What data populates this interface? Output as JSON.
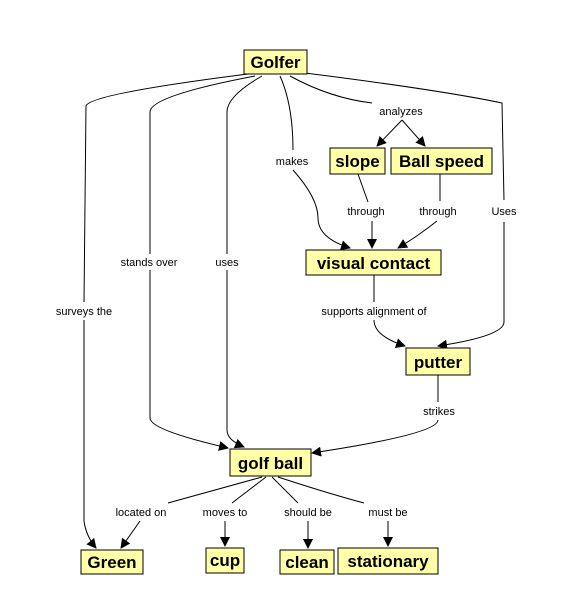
{
  "colors": {
    "node_fill": "#ffffa8",
    "node_border": "#000000",
    "line": "#000000",
    "background": "#ffffff"
  },
  "nodes": {
    "golfer": "Golfer",
    "slope": "slope",
    "ball_speed": "Ball speed",
    "visual_contact": "visual contact",
    "putter": "putter",
    "golf_ball": "golf ball",
    "green": "Green",
    "cup": "cup",
    "clean": "clean",
    "stationary": "stationary"
  },
  "links": {
    "analyzes": "analyzes",
    "makes": "makes",
    "uses_upper": "Uses",
    "through_slope": "through",
    "through_speed": "through",
    "stands_over": "stands over",
    "uses_lower": "uses",
    "surveys_the": "surveys the",
    "supports_alignment_of": "supports alignment of",
    "strikes": "strikes",
    "located_on": "located on",
    "moves_to": "moves to",
    "should_be": "should be",
    "must_be": "must be"
  }
}
